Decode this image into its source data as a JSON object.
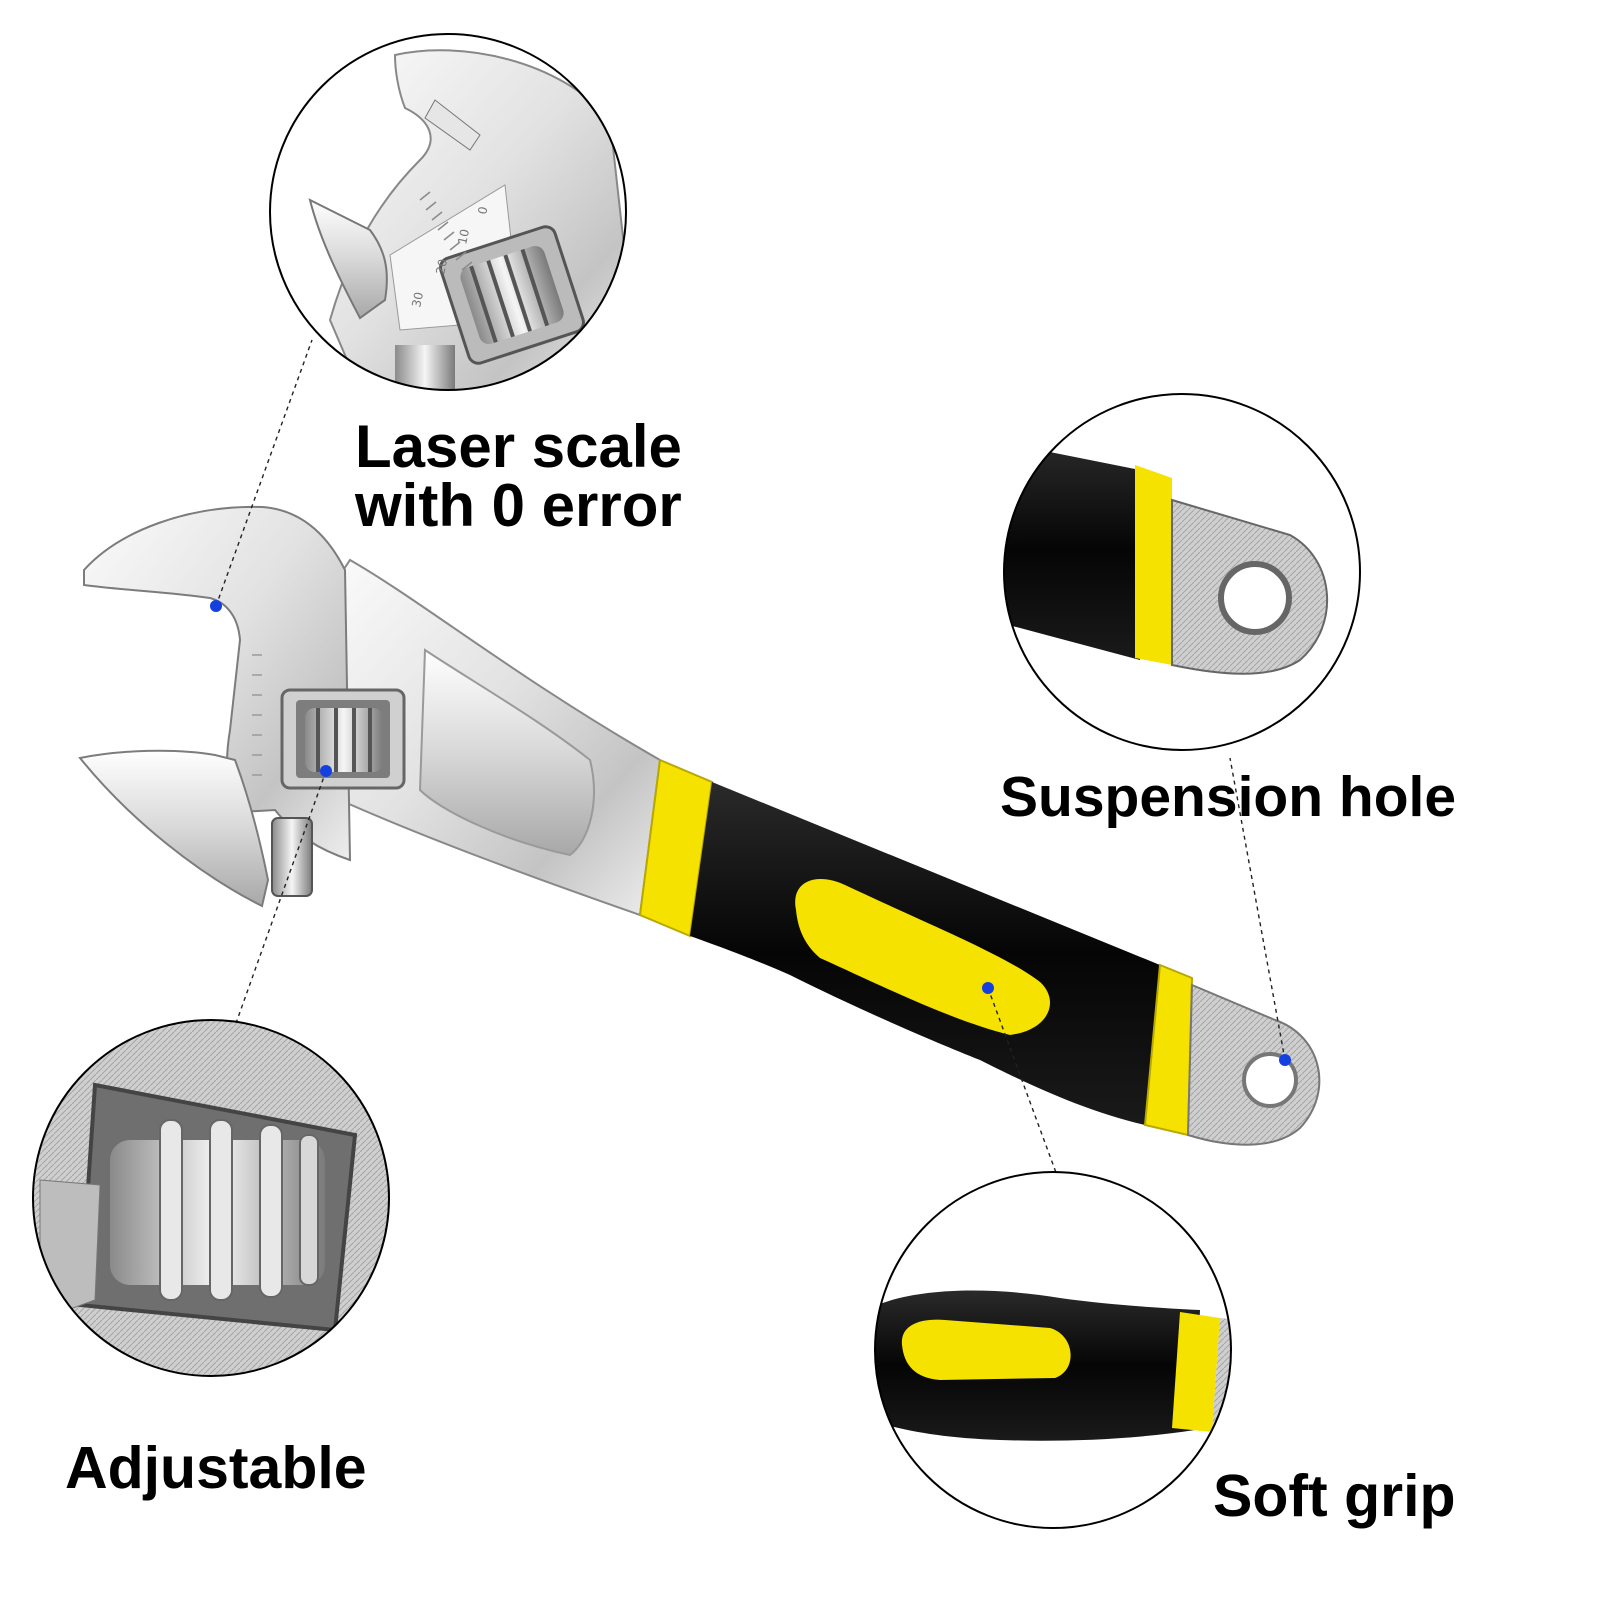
{
  "colors": {
    "accent_yellow": "#f5e200",
    "grip_black": "#0c0c0c",
    "marker_blue": "#1540e0",
    "steel_light": "#f4f4f4",
    "steel_dark": "#9a9a9a"
  },
  "features": [
    {
      "id": "laser-scale",
      "lines": [
        "Laser scale",
        "with 0 error"
      ]
    },
    {
      "id": "suspension-hole",
      "lines": [
        "Suspension hole"
      ]
    },
    {
      "id": "adjustable",
      "lines": [
        "Adjustable"
      ]
    },
    {
      "id": "soft-grip",
      "lines": [
        "Soft grip"
      ]
    }
  ],
  "scale_marks": [
    "0",
    "10",
    "20",
    "30"
  ]
}
